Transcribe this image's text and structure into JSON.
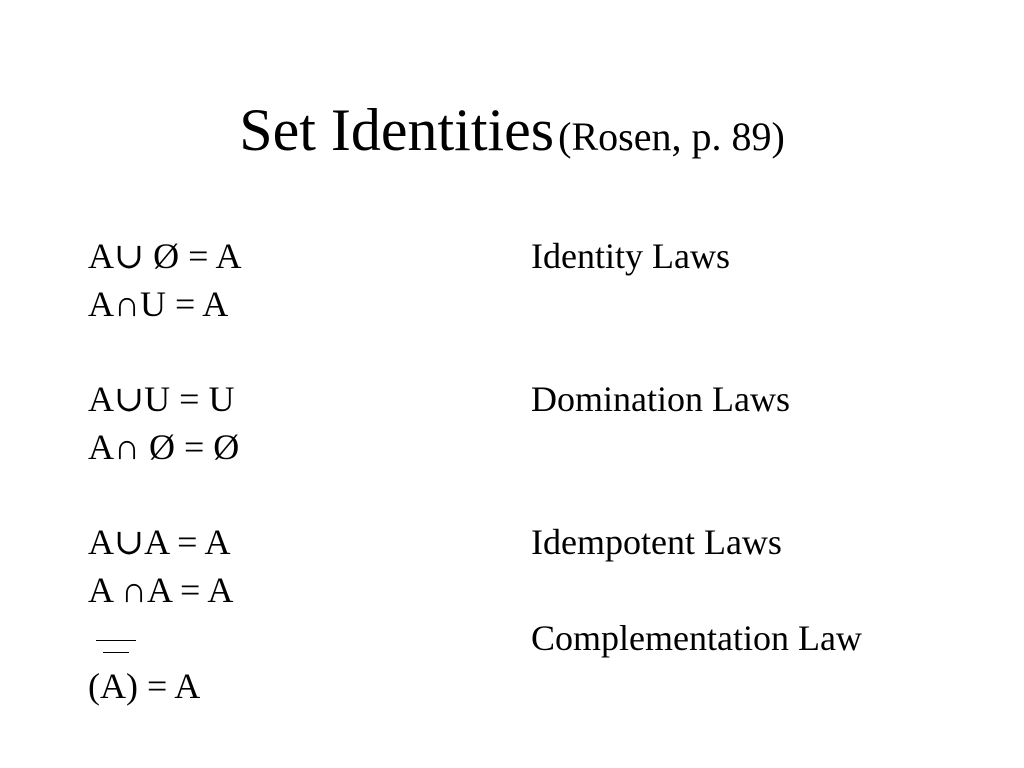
{
  "title": {
    "main": "Set Identities",
    "source": "(Rosen, p. 89)"
  },
  "laws": [
    {
      "name": "Identity Laws",
      "formulas": [
        "A∪ Ø = A",
        "A∩U = A"
      ]
    },
    {
      "name": "Domination Laws",
      "formulas": [
        "A∪U = U",
        "A∩ Ø = Ø"
      ]
    },
    {
      "name": "Idempotent Laws",
      "formulas": [
        "A∪A = A",
        "A ∩A = A"
      ]
    },
    {
      "name": "Complementation Law",
      "formulas": [
        "(A) = A"
      ]
    }
  ]
}
